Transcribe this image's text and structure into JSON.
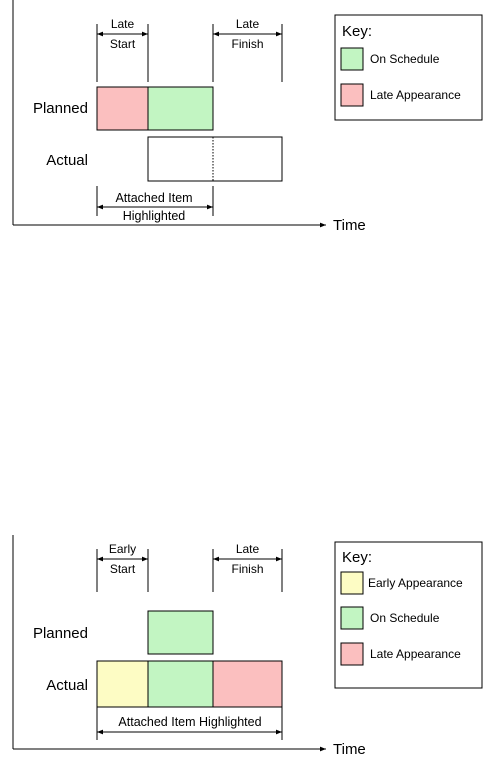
{
  "colors": {
    "on_schedule": "#c2f5c2",
    "late_appearance": "#fbbfbf",
    "early_appearance": "#fdfcc4",
    "outline": "#000000"
  },
  "diagram1": {
    "row_planned": "Planned",
    "row_actual": "Actual",
    "axis_label": "Time",
    "left_span_label_line1": "Late",
    "left_span_label_line2": "Start",
    "right_span_label_line1": "Late",
    "right_span_label_line2": "Finish",
    "bottom_label_line1": "Attached Item",
    "bottom_label_line2": "Highlighted",
    "key": {
      "title": "Key:",
      "items": [
        {
          "label": "On Schedule",
          "color": "on_schedule"
        },
        {
          "label": "Late Appearance",
          "color": "late_appearance"
        }
      ]
    }
  },
  "diagram2": {
    "row_planned": "Planned",
    "row_actual": "Actual",
    "axis_label": "Time",
    "left_span_label_line1": "Early",
    "left_span_label_line2": "Start",
    "right_span_label_line1": "Late",
    "right_span_label_line2": "Finish",
    "bottom_label": "Attached Item Highlighted",
    "key": {
      "title": "Key:",
      "items": [
        {
          "label": "Early Appearance",
          "color": "early_appearance"
        },
        {
          "label": "On Schedule",
          "color": "on_schedule"
        },
        {
          "label": "Late Appearance",
          "color": "late_appearance"
        }
      ]
    }
  }
}
